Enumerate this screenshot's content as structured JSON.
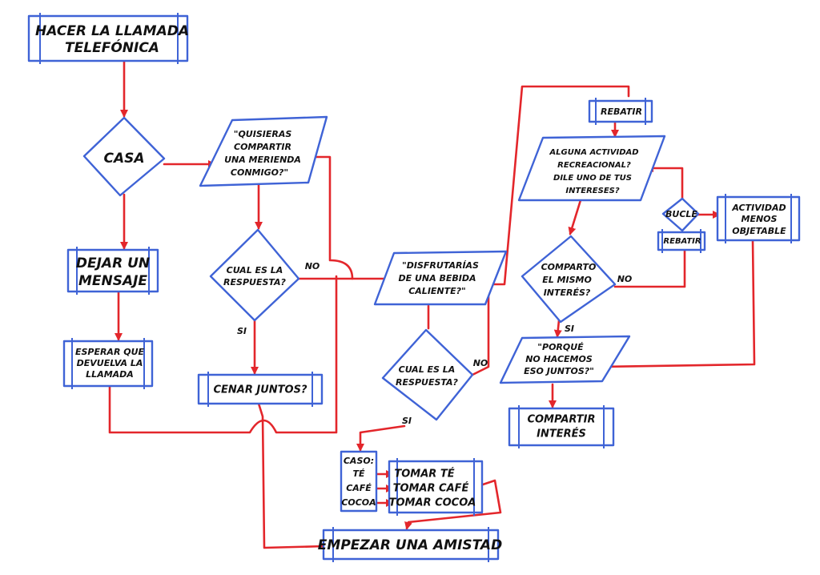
{
  "colors": {
    "shape_stroke": "#3f63d6",
    "flow_line": "#e3262b",
    "text": "#111111"
  },
  "nodes": {
    "start": [
      "HACER LA LLAMADA",
      "TELEFÓNICA"
    ],
    "casa": [
      "CASA"
    ],
    "dejar": [
      "DEJAR UN",
      "MENSAJE"
    ],
    "esperar": [
      "ESPERAR QUE",
      "DEVUELVA LA",
      "LLAMADA"
    ],
    "quisieras": [
      "\"QUISIERAS",
      "COMPARTIR",
      "UNA MERIENDA",
      "CONMIGO?\""
    ],
    "cual1": [
      "CUAL ES LA",
      "RESPUESTA?"
    ],
    "cenar": [
      "CENAR JUNTOS?"
    ],
    "disfrutarias": [
      "\"DISFRUTARÍAS",
      "DE UNA BEBIDA",
      "CALIENTE?\""
    ],
    "cual2": [
      "CUAL ES LA",
      "RESPUESTA?"
    ],
    "caso": [
      "CASO:",
      "TÉ",
      "CAFÉ",
      "COCOA"
    ],
    "tomar": [
      "TOMAR TÉ",
      "TOMAR CAFÉ",
      "TOMAR COCOA"
    ],
    "amistad": [
      "EMPEZAR UNA AMISTAD"
    ],
    "rebatir_top": [
      "REBATIR"
    ],
    "alguna": [
      "ALGUNA ACTIVIDAD",
      "RECREACIONAL?",
      "DILE UNO DE TUS",
      "INTERESES?"
    ],
    "comparto": [
      "COMPARTO",
      "EL MISMO",
      "INTERÉS?"
    ],
    "bucle": [
      "BUCLE"
    ],
    "rebatir_loop": [
      "REBATIR"
    ],
    "actividad": [
      "ACTIVIDAD",
      "MENOS",
      "OBJETABLE"
    ],
    "porque": [
      "\"PORQUÉ",
      "NO HACEMOS",
      "ESO JUNTOS?\""
    ],
    "compartir_interes": [
      "COMPARTIR",
      "INTERÉS"
    ]
  },
  "edge_labels": {
    "cual1_no": "NO",
    "cual1_si": "SI",
    "cual2_no": "NO",
    "cual2_si": "SI",
    "comparto_no": "NO",
    "comparto_si": "SI"
  }
}
